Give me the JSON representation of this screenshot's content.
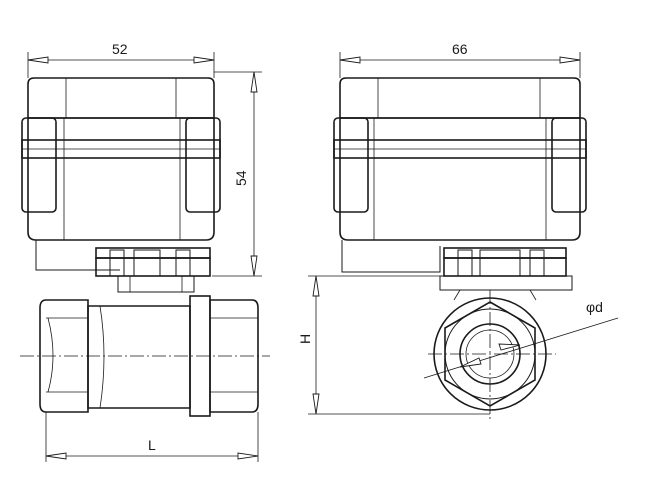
{
  "dimensions": {
    "width_top_left": "52",
    "width_top_right": "66",
    "actuator_height": "54",
    "body_length": "L",
    "pipe_height": "H",
    "pipe_diameter": "φd"
  }
}
